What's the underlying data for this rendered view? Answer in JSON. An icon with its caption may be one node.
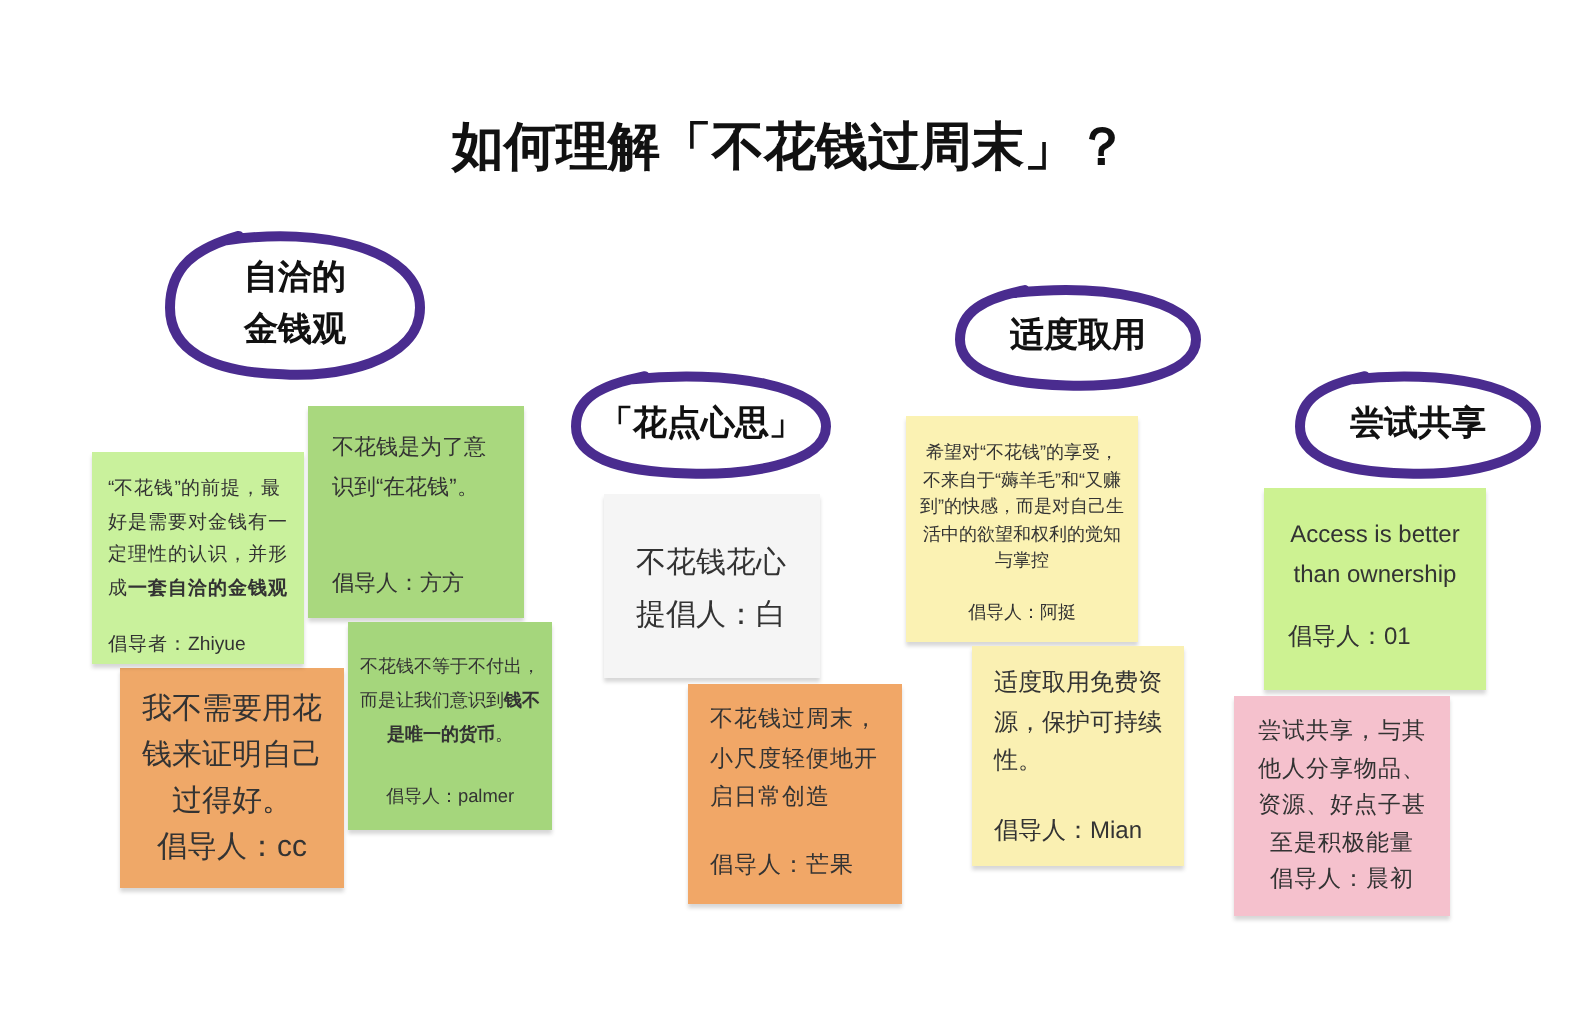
{
  "diagram": {
    "title": "如何理解「不花钱过周末」？",
    "nodes": [
      {
        "text": [
          "自洽的金钱观"
        ]
      },
      {
        "text": [
          "“不花钱”的前提，最好是需要对金钱有一定理性的认识，并形成**一套自洽的金钱观**",
          "倡导者：Zhiyue"
        ]
      },
      {
        "text": [
          "不花钱是为了意识到“在花钱”。",
          "倡导人：方方"
        ]
      },
      {
        "text": [
          "我不需要用花钱来证明自己过得好。",
          "倡导人：cc"
        ]
      },
      {
        "text": [
          "不花钱不等于不付出，而是让我们意识到**钱不是唯一的货币**。",
          "倡导人：palmer"
        ]
      },
      {
        "text": [
          "「花点心思」"
        ]
      },
      {
        "text": [
          "不花钱花心",
          "提倡人：白"
        ]
      },
      {
        "text": [
          "不花钱过周末，小尺度轻便地开启日常创造",
          "倡导人：芒果"
        ]
      },
      {
        "text": [
          "适度取用"
        ]
      },
      {
        "text": [
          "希望对“不花钱”的享受，不来自于“薅羊毛”和“又赚到”的快感，而是对自己生活中的欲望和权利的觉知与掌控",
          "倡导人：阿挺"
        ]
      },
      {
        "text": [
          "适度取用免费资源，保护可持续性。",
          "倡导人：Mian"
        ]
      },
      {
        "text": [
          "尝试共享"
        ]
      },
      {
        "text": [
          "Access is better than ownership",
          "倡导人：01"
        ]
      },
      {
        "text": [
          "尝试共享，与其他人分享物品、资源、好点子甚至是积极能量",
          "倡导人：晨初"
        ]
      }
    ]
  }
}
